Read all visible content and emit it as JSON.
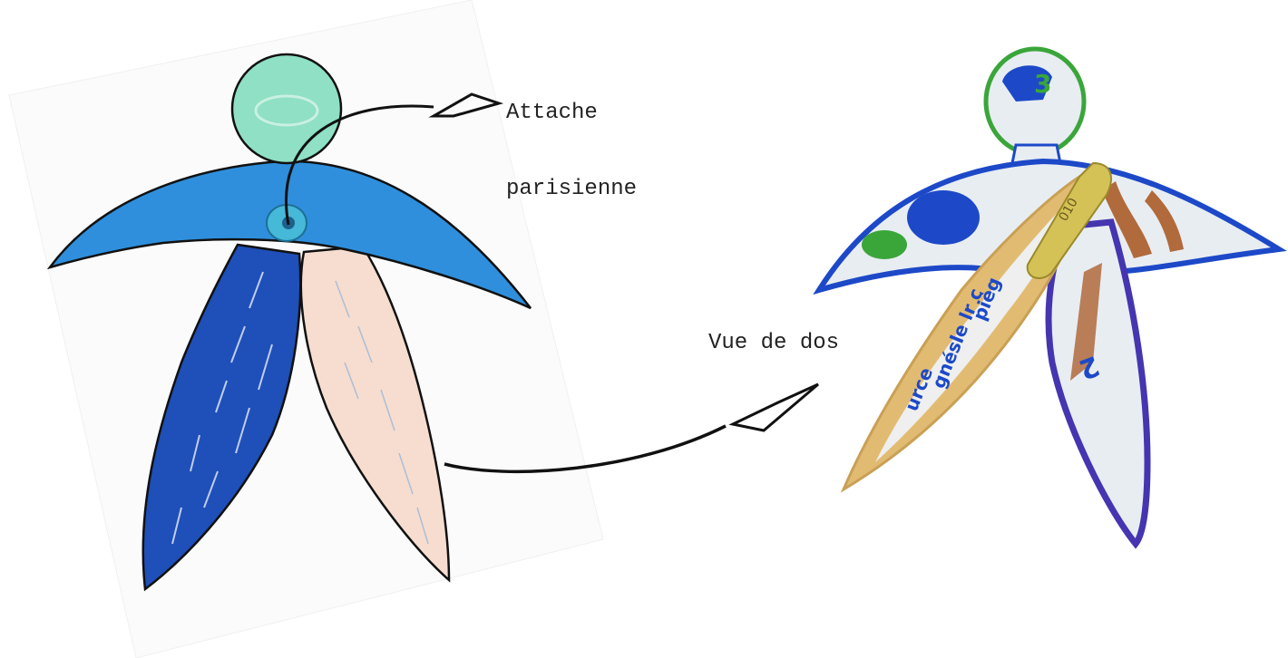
{
  "annotations": {
    "attache_line1": "Attache",
    "attache_line2": "parisienne",
    "vue_de_dos": "Vue de dos"
  },
  "colors": {
    "shoulders": "#2f8fdc",
    "head_front": "#8fe0c4",
    "left_leg_front": "#1f4fb8",
    "right_leg_front": "#f6ddd0",
    "fastener": "#46b8d8",
    "back_card": "#e8edf2",
    "back_border_blue": "#1d49c8",
    "back_border_green": "#3aa63a",
    "back_left_leg": "#e2bb72",
    "back_right_leg": "#4535b0",
    "brass_fastener": "#d4c257",
    "arrow_ink": "#111111"
  }
}
